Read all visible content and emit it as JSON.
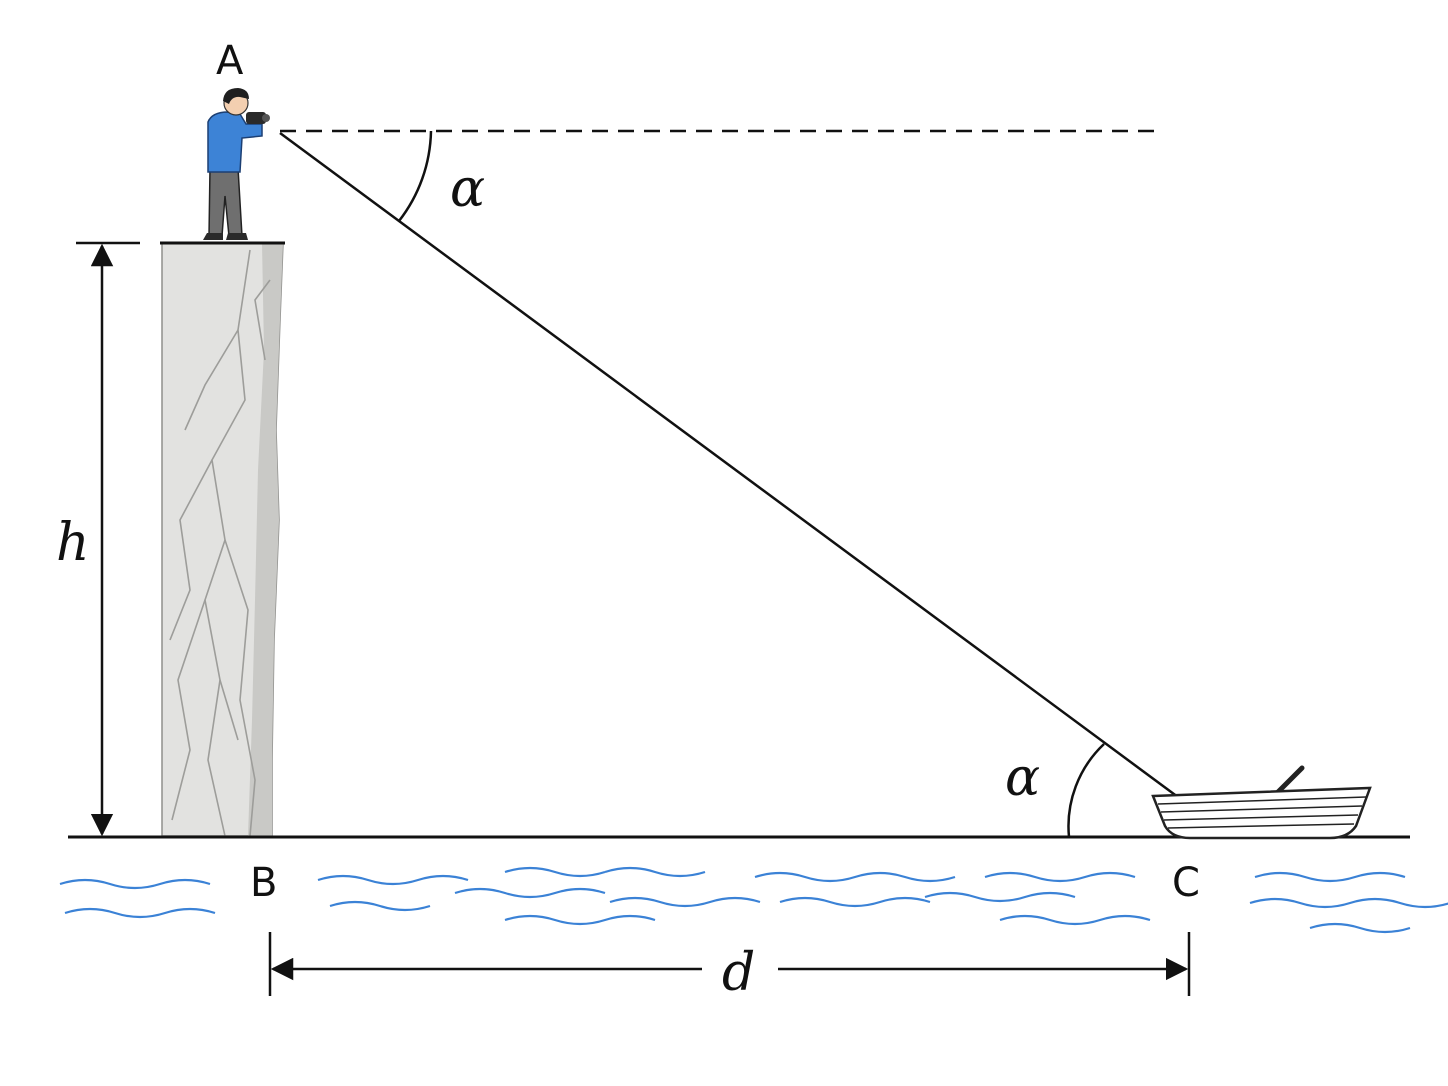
{
  "points": {
    "A": "A",
    "B": "B",
    "C": "C"
  },
  "labels": {
    "height": "h",
    "distance": "d",
    "depression_angle": "α",
    "elevation_angle": "α"
  },
  "colors": {
    "line": "#111111",
    "water": "#3b82d6",
    "cliff_fill": "#e2e2e0",
    "cliff_shade": "#c9c9c6",
    "cliff_crack": "#9d9d9a",
    "person_jacket": "#3d83d6",
    "person_pants": "#6f6f6f",
    "person_hair": "#1f1f1f",
    "skin": "#f3cfb0"
  },
  "icons": {
    "observer": "person-with-binoculars-icon",
    "boat": "rowboat-icon",
    "cliff": "cliff-rock-icon",
    "water": "water-waves-icon"
  }
}
